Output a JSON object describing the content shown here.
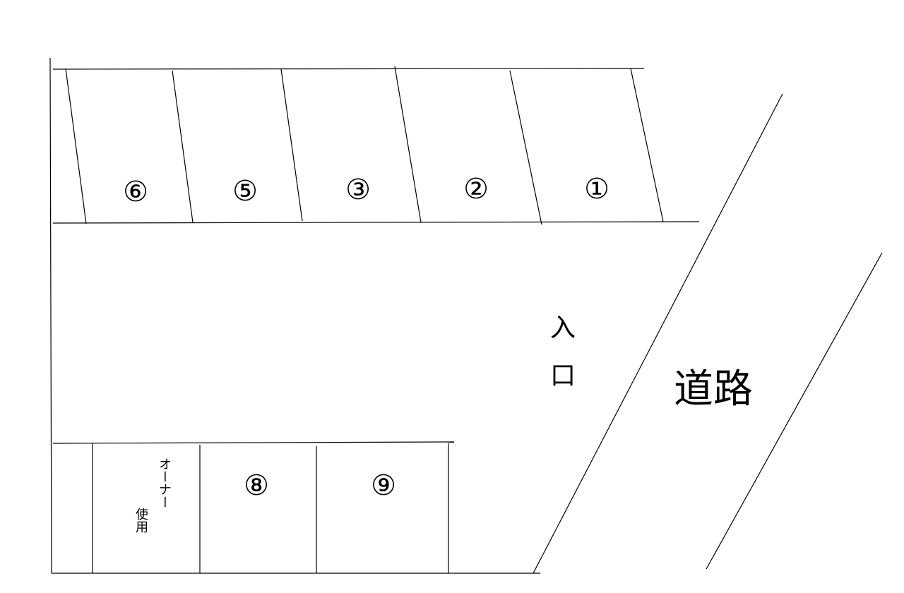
{
  "title": "Parking lot layout",
  "spots_top": [
    "⑥",
    "⑤",
    "③",
    "②",
    "①"
  ],
  "spots_bottom": [
    "⑧",
    "⑨"
  ],
  "owner_use": {
    "line1": "オーナー",
    "line2": "使用"
  },
  "entrance": {
    "char1": "入",
    "char2": "口"
  },
  "road": "道路",
  "colors": {
    "line": "#000000",
    "background": "#ffffff"
  }
}
